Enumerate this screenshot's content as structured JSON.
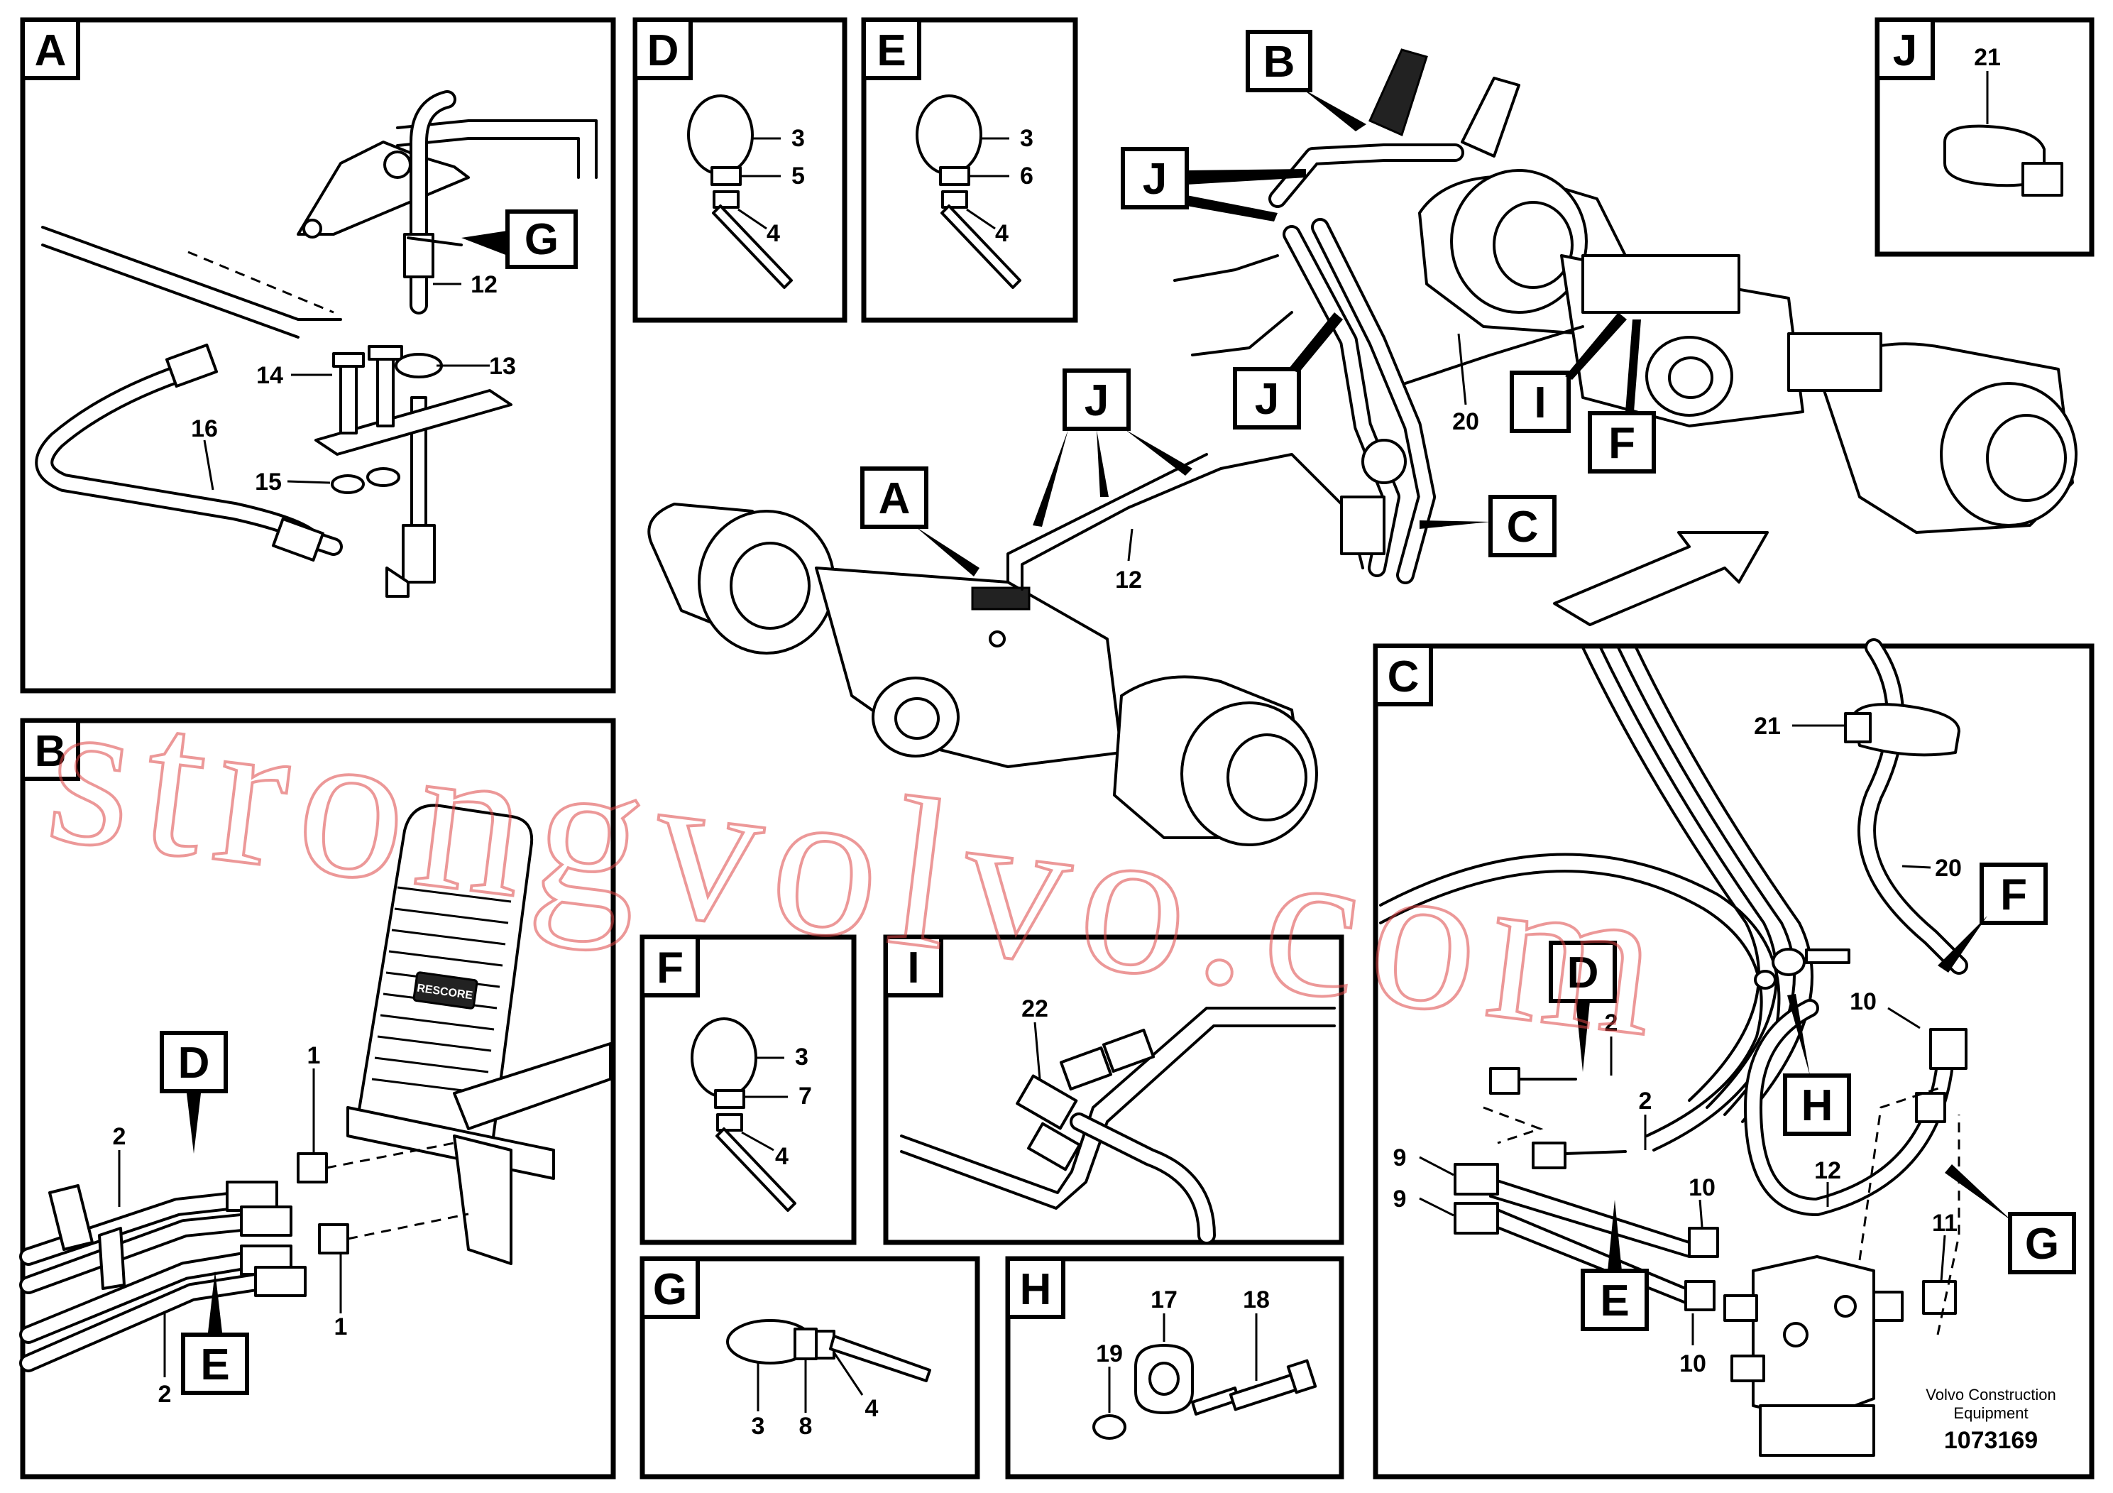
{
  "panels": {
    "A": {
      "letter": "A",
      "callouts": {
        "g_ref": "G",
        "n12": "12",
        "n13": "13",
        "n14": "14",
        "n15": "15",
        "n16": "16"
      }
    },
    "B": {
      "letter": "B",
      "callouts": {
        "d_ref": "D",
        "e_ref": "E",
        "n1a": "1",
        "n1b": "1",
        "n2a": "2",
        "n2b": "2"
      }
    },
    "C": {
      "letter": "C",
      "callouts": {
        "d_ref": "D",
        "e_ref": "E",
        "f_ref": "F",
        "g_ref": "G",
        "h_ref": "H",
        "n2a": "2",
        "n2b": "2",
        "n9a": "9",
        "n9b": "9",
        "n10a": "10",
        "n10b": "10",
        "n10c": "10",
        "n11": "11",
        "n12": "12",
        "n20": "20",
        "n21": "21"
      }
    },
    "D": {
      "letter": "D",
      "callouts": {
        "n3": "3",
        "n5": "5",
        "n4": "4"
      }
    },
    "E": {
      "letter": "E",
      "callouts": {
        "n3": "3",
        "n6": "6",
        "n4": "4"
      }
    },
    "F": {
      "letter": "F",
      "callouts": {
        "n3": "3",
        "n7": "7",
        "n4": "4"
      }
    },
    "G": {
      "letter": "G",
      "callouts": {
        "n3": "3",
        "n8": "8",
        "n4": "4"
      }
    },
    "H": {
      "letter": "H",
      "callouts": {
        "n17": "17",
        "n18": "18",
        "n19": "19"
      }
    },
    "I": {
      "letter": "I",
      "callouts": {
        "n22": "22"
      }
    },
    "J": {
      "letter": "J",
      "callouts": {
        "n21": "21"
      }
    }
  },
  "overview": {
    "tags": {
      "B": "B",
      "J1": "J",
      "J2": "J",
      "J3": "J",
      "I": "I",
      "F": "F",
      "A": "A",
      "C": "C"
    },
    "callouts": {
      "n20": "20",
      "n12": "12"
    }
  },
  "pedal_brand": "RESCORE",
  "watermark": "strongvolvo.com",
  "footer": {
    "line1": "Volvo Construction",
    "line2": "Equipment",
    "number": "1073169"
  }
}
